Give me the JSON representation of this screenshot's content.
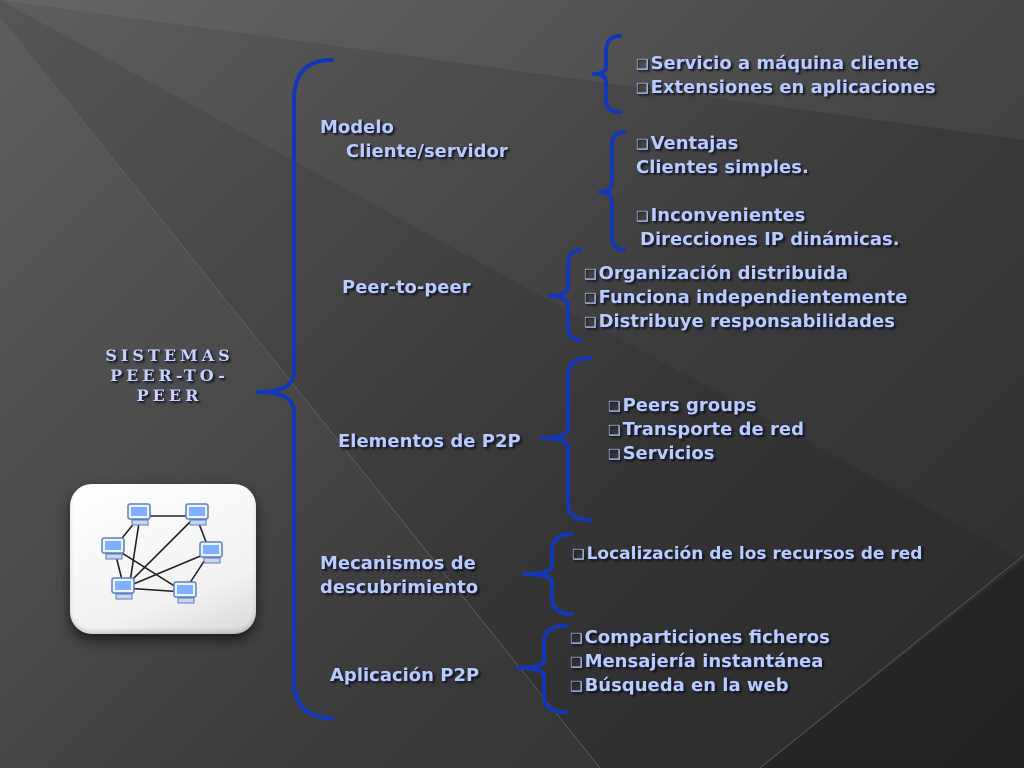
{
  "title": {
    "lines": [
      "SISTEMAS",
      "PEER-TO-",
      "PEER"
    ]
  },
  "branches": [
    {
      "label_lines": [
        "Modelo",
        "Cliente/servidor"
      ]
    },
    {
      "label_lines": [
        "Peer-to-peer"
      ]
    },
    {
      "label_lines": [
        "Elementos de P2P"
      ]
    },
    {
      "label_lines": [
        "Mecanismos de",
        "descubrimiento"
      ]
    },
    {
      "label_lines": [
        "Aplicación P2P"
      ]
    }
  ],
  "details": {
    "servicio": "Servicio a máquina cliente",
    "extensiones": "Extensiones en aplicaciones",
    "ventajas": "Ventajas",
    "clientes_simples": "Clientes simples.",
    "inconvenientes": "Inconvenientes",
    "direcciones_ip": "Direcciones IP dinámicas.",
    "organizacion": "Organización distribuida",
    "funciona": "Funciona independientemente",
    "distribuye": "Distribuye responsabilidades",
    "peers_groups": "Peers groups",
    "transporte": "Transporte de red",
    "servicios": "Servicios",
    "localizacion": "Localización de los recursos de red",
    "comparticiones": "Comparticiones ficheros",
    "mensajeria": "Mensajería instantánea",
    "busqueda": "Búsqueda en la web"
  },
  "colors": {
    "bracket": "#1238b8",
    "text": "#b8ccff",
    "bullet_icon": "checkbox-bullet-icon"
  }
}
